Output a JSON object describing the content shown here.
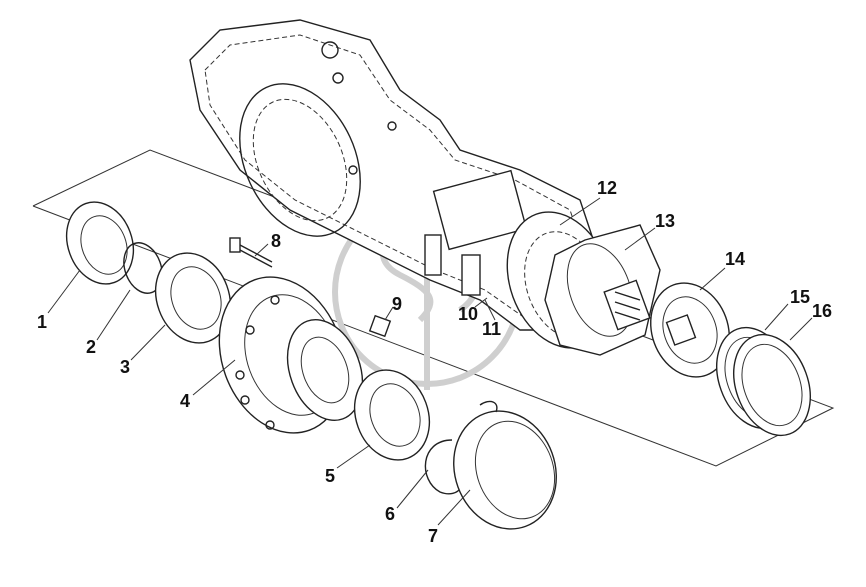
{
  "diagram": {
    "callouts": [
      {
        "id": "1",
        "text": "1"
      },
      {
        "id": "2",
        "text": "2"
      },
      {
        "id": "3",
        "text": "3"
      },
      {
        "id": "4",
        "text": "4"
      },
      {
        "id": "5",
        "text": "5"
      },
      {
        "id": "6",
        "text": "6"
      },
      {
        "id": "7",
        "text": "7"
      },
      {
        "id": "8",
        "text": "8"
      },
      {
        "id": "9",
        "text": "9"
      },
      {
        "id": "10",
        "text": "10"
      },
      {
        "id": "11",
        "text": "11"
      },
      {
        "id": "12",
        "text": "12"
      },
      {
        "id": "13",
        "text": "13"
      },
      {
        "id": "14",
        "text": "14"
      },
      {
        "id": "15",
        "text": "15"
      },
      {
        "id": "16",
        "text": "16"
      }
    ],
    "colors": {
      "line": "#222222",
      "background": "#ffffff",
      "watermark": "#cfcfcf"
    }
  }
}
